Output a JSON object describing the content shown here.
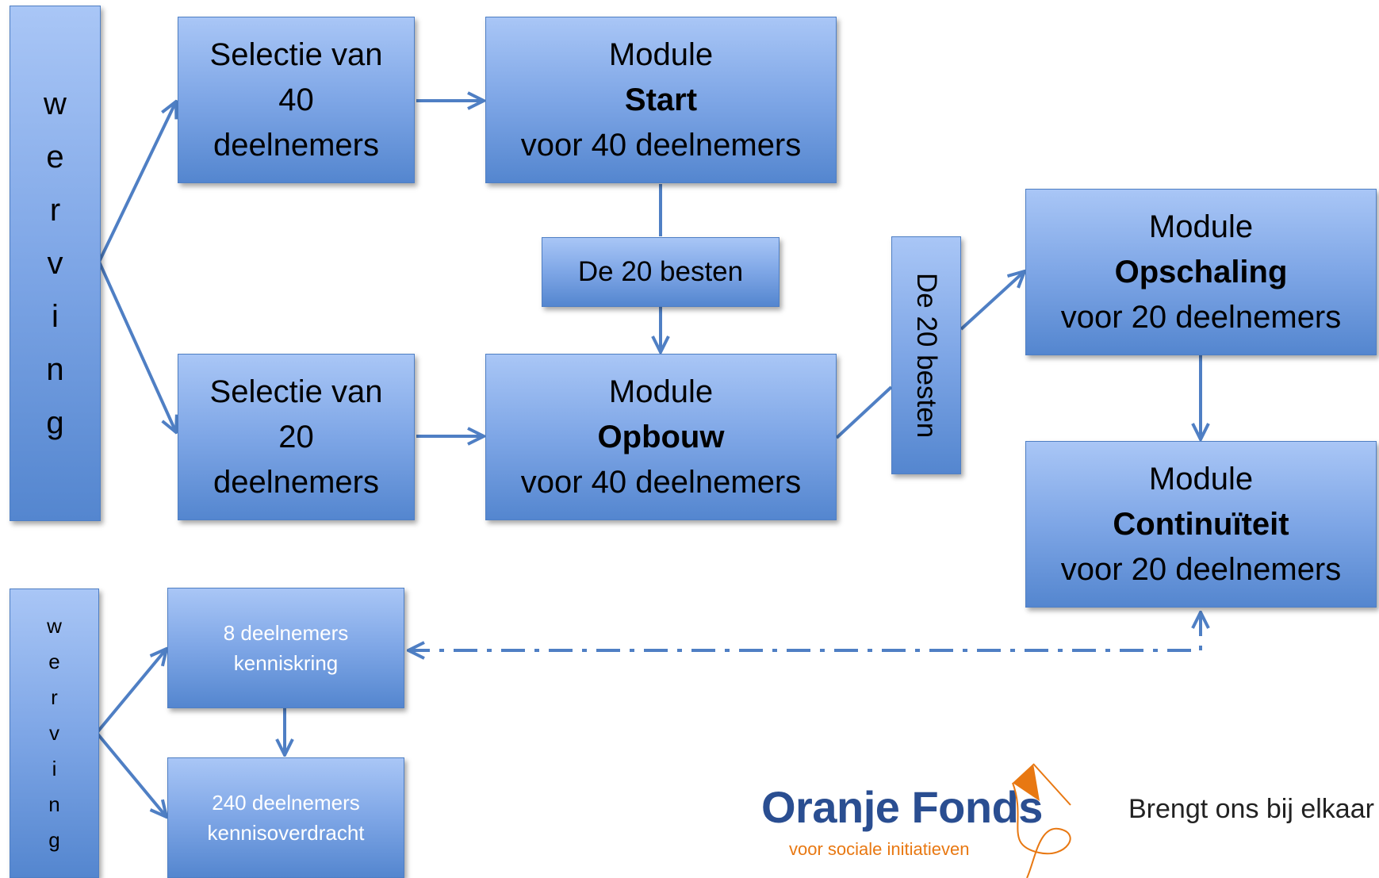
{
  "werving_top_letters": [
    "w",
    "e",
    "r",
    "v",
    "i",
    "n",
    "g"
  ],
  "werving_bottom_letters": [
    "w",
    "e",
    "r",
    "v",
    "i",
    "n",
    "g"
  ],
  "selectie_40": {
    "line1": "Selectie van",
    "line2": "40",
    "line3": "deelnemers"
  },
  "selectie_20": {
    "line1": "Selectie van",
    "line2": "20",
    "line3": "deelnemers"
  },
  "module_start": {
    "line1": "Module",
    "name": "Start",
    "line3": "voor 40 deelnemers"
  },
  "module_opbouw": {
    "line1": "Module",
    "name": "Opbouw",
    "line3": "voor 40 deelnemers"
  },
  "module_opschaling": {
    "line1": "Module",
    "name": "Opschaling",
    "line3": "voor 20 deelnemers"
  },
  "module_continuiteit": {
    "line1": "Module",
    "name": "Continuïteit",
    "line3": "voor 20 deelnemers"
  },
  "besten_horizontal": "De 20 besten",
  "besten_vertical": "De 20 besten",
  "kenniskring": {
    "line1": "8 deelnemers",
    "line2": "kenniskring"
  },
  "kennisoverdracht": {
    "line1": "240 deelnemers",
    "line2": "kennisoverdracht"
  },
  "logo": {
    "name": "Oranje Fonds",
    "subtitle": "voor sociale initiatieven",
    "tagline": "Brengt ons bij elkaar",
    "colors": {
      "blue": "#2a4e91",
      "orange": "#e87812"
    }
  },
  "colors": {
    "box_top": "#a9c6f6",
    "box_bottom": "#5486cf",
    "connector": "#4f7fc4"
  }
}
